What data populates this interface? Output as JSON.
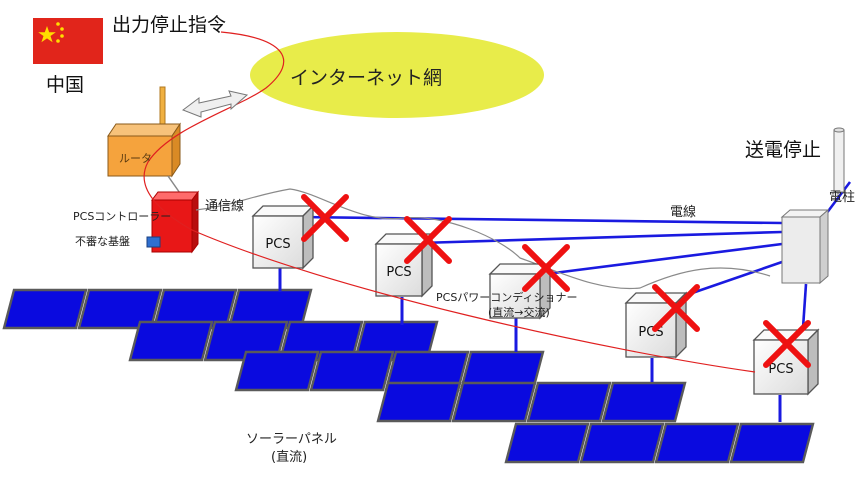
{
  "labels": {
    "order": "出力停止指令",
    "country": "中国",
    "internet": "インターネット網",
    "router": "ルータ",
    "comm_line": "通信線",
    "controller": "PCSコントローラー",
    "suspicious_board": "不審な基盤",
    "pcs": "PCS",
    "pcs_desc_line1": "PCSパワーコンディショナー",
    "pcs_desc_line2": "(直流→交流)",
    "power_line": "電線",
    "transmission_stop": "送電停止",
    "utility_pole": "電柱",
    "solar_line1": "ソーラーパネル",
    "solar_line2": "(直流)"
  },
  "colors": {
    "flag_red": "#e1251b",
    "flag_star": "#ffde00",
    "cloud": "#e8ec4a",
    "router": "#f5a33d",
    "controller": "#e81717",
    "board": "#2f6fd0",
    "panel": "#0a0adf",
    "wire_blue": "#1a1ae0",
    "signal_red": "#e02020",
    "cross": "#ee1111"
  }
}
